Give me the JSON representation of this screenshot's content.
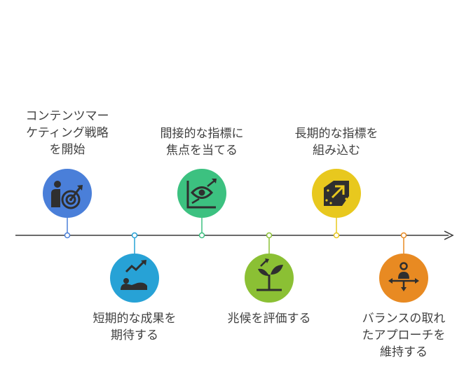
{
  "steps": [
    {
      "label": "コンテンツマー\nケティング戦略\nを開始",
      "icon": "target-icon",
      "color": "#4a7fd9"
    },
    {
      "label": "短期的な成果を\n期待する",
      "icon": "trend-handshake-icon",
      "color": "#27a2d6"
    },
    {
      "label": "間接的な指標に\n焦点を当てる",
      "icon": "eye-chart-icon",
      "color": "#3cc180"
    },
    {
      "label": "兆候を評価する",
      "icon": "sprout-icon",
      "color": "#8bc034"
    },
    {
      "label": "長期的な指標を\n組み込む",
      "icon": "puzzle-arrow-icon",
      "color": "#e8c81e"
    },
    {
      "label": "バランスの取れ\nたアプローチを\n維持する",
      "icon": "person-arrows-icon",
      "color": "#e88a22"
    }
  ],
  "colors": {
    "axis": "#3a3a3a",
    "icon": "#2f2f2f"
  }
}
